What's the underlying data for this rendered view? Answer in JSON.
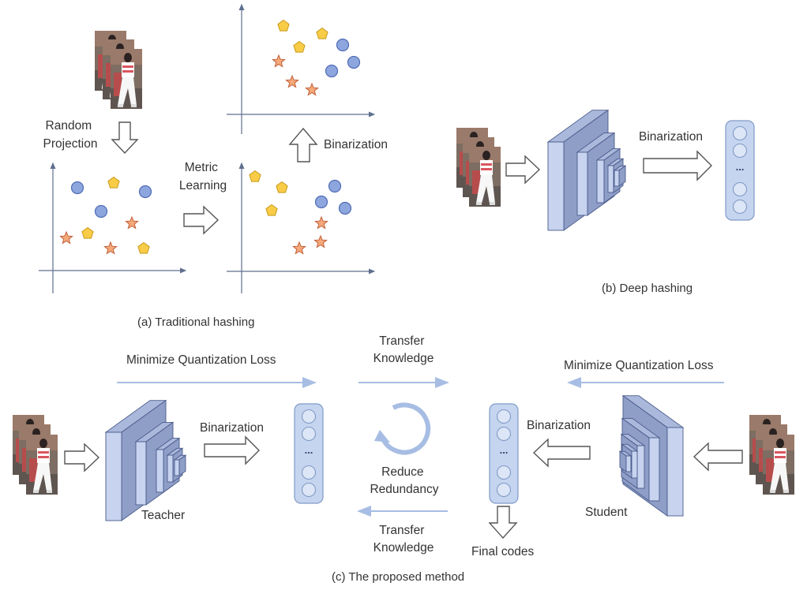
{
  "colors": {
    "axis": "#5f6f8f",
    "circle_fill": "#8ea6de",
    "circle_stroke": "#4f6cb5",
    "pentagon_fill": "#f9cc47",
    "pentagon_stroke": "#c79a1b",
    "star_fill": "#f5a97a",
    "star_stroke": "#c0603b",
    "net_front": "#c7d3ef",
    "net_side": "#8e9ec7",
    "net_top": "#aab8dc",
    "net_stroke": "#4a5b8a",
    "code_fill": "#c6d5ef",
    "code_stroke": "#7f9ac8",
    "flow": "#a7bde3",
    "text": "#333333"
  },
  "panel_a": {
    "caption": "(a)  Traditional hashing",
    "random_projection": [
      "Random",
      "Projection"
    ],
    "metric_learning": [
      "Metric",
      "Learning"
    ],
    "binarization": "Binarization"
  },
  "panel_b": {
    "caption": "(b)  Deep hashing",
    "binarization": "Binarization",
    "code_dots": "..."
  },
  "panel_c": {
    "caption": "(c)  The proposed method",
    "teacher": {
      "min_loss": "Minimize Quantization Loss",
      "binarization": "Binarization",
      "label": "Teacher"
    },
    "student": {
      "min_loss": "Minimize Quantization Loss",
      "binarization": "Binarization",
      "label": "Student"
    },
    "transfer_top": [
      "Transfer",
      "Knowledge"
    ],
    "transfer_bottom": [
      "Transfer",
      "Knowledge"
    ],
    "reduce": [
      "Reduce",
      "Redundancy"
    ],
    "final_codes": "Final codes",
    "code_dots": "..."
  }
}
